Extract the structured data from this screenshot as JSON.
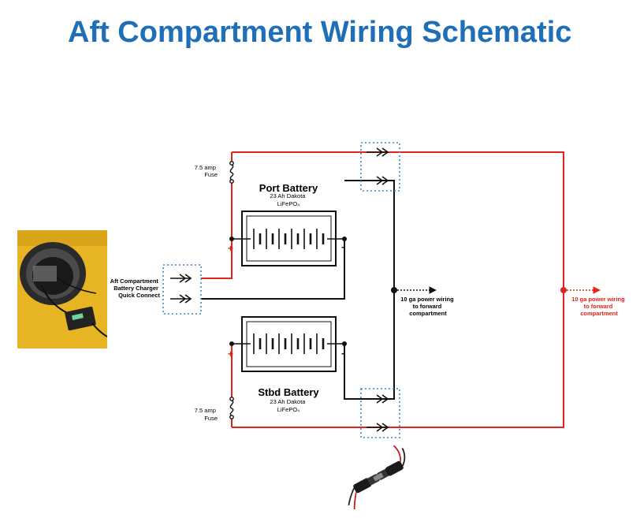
{
  "title": "Aft Compartment Wiring Schematic",
  "colors": {
    "title": "#1f6fb8",
    "positive_wire": "#e3231c",
    "negative_wire": "#111111",
    "connector_box": "#3a86c8",
    "photo_background": "#e7b424"
  },
  "charger_connect": {
    "lines": [
      "Aft Compartment",
      "Battery Charger",
      "Quick Connect"
    ]
  },
  "port_battery": {
    "name": "Port Battery",
    "spec_line1": "23 Ah Dakota",
    "spec_line2": "LiFePO₄",
    "plus": "+",
    "minus": "-"
  },
  "stbd_battery": {
    "name": "Stbd Battery",
    "spec_line1": "23 Ah Dakota",
    "spec_line2": "LiFePO₄",
    "plus": "+",
    "minus": "-"
  },
  "fuse_port": {
    "line1": "7.5 amp",
    "line2": "Fuse"
  },
  "fuse_stbd": {
    "line1": "7.5 amp",
    "line2": "Fuse"
  },
  "negative_out": {
    "lines": [
      "10 ga power wiring",
      "to forward",
      "compartment"
    ]
  },
  "positive_out": {
    "lines": [
      "10 ga power wiring",
      "to forward",
      "compartment"
    ]
  },
  "icons": [
    "charger-photo",
    "fuse-icon",
    "battery-icon",
    "connector-photo-icon"
  ]
}
